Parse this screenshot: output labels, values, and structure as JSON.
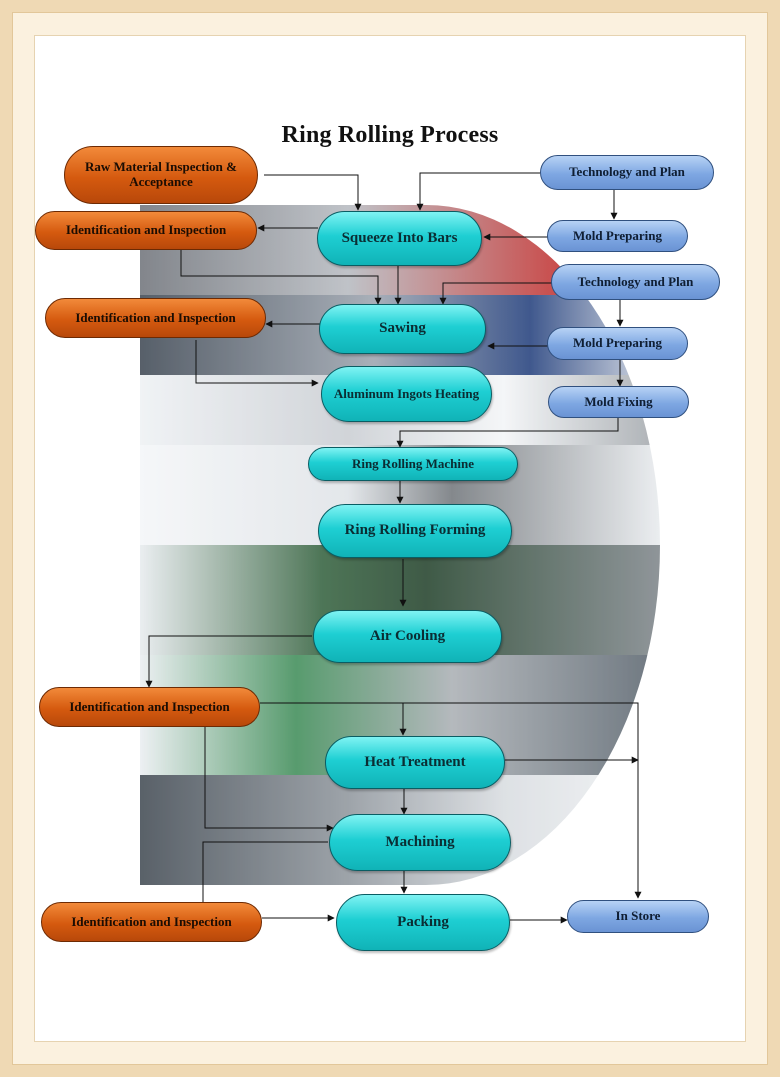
{
  "title": "Ring Rolling Process",
  "colors": {
    "inspection_nodes": "#d9640f",
    "process_nodes": "#1fcfd3",
    "planning_nodes": "#7ea7e2",
    "frame": "#efd9b4"
  },
  "nodes": {
    "raw_material": "Raw Material Inspection & Acceptance",
    "identification_1": "Identification and Inspection",
    "identification_2": "Identification and Inspection",
    "identification_3": "Identification and Inspection",
    "identification_4": "Identification and Inspection",
    "squeeze": "Squeeze Into Bars",
    "sawing": "Sawing",
    "ingots_heating": "Aluminum Ingots Heating",
    "ring_machine": "Ring Rolling Machine",
    "ring_forming": "Ring Rolling Forming",
    "air_cooling": "Air Cooling",
    "heat_treatment": "Heat Treatment",
    "machining": "Machining",
    "packing": "Packing",
    "tech_plan_1": "Technology and Plan",
    "mold_preparing_1": "Mold Preparing",
    "tech_plan_2": "Technology and Plan",
    "mold_preparing_2": "Mold Preparing",
    "mold_fixing": "Mold Fixing",
    "in_store": "In Store"
  }
}
